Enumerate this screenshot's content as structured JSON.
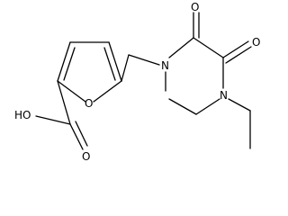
{
  "molecule": {
    "atoms": {
      "carboxylic_acid": "HO",
      "carbonyl_oxygen_acid": "O",
      "furan_oxygen": "O",
      "piperazine_n1": "N",
      "piperazine_n4": "N",
      "keto_oxygen_2": "O",
      "keto_oxygen_3": "O"
    },
    "colors": {
      "bond": "#000000",
      "text": "#000000",
      "background": "#ffffff"
    }
  }
}
